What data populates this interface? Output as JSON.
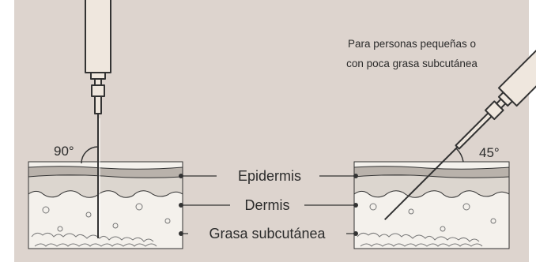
{
  "diagram": {
    "note_line1": "Para personas pequeñas o",
    "note_line2": "con poca grasa subcutánea",
    "angle_left": "90°",
    "angle_right": "45°",
    "layers": {
      "epidermis": "Epidermis",
      "dermis": "Dermis",
      "fat": "Grasa subcutánea"
    },
    "colors": {
      "background": "#ddd4ce",
      "epidermis": "#b9b2ab",
      "dermis": "#dcd6cf",
      "fat": "#f4f1ec",
      "syringe_fill": "#efe7de",
      "outline": "#333333"
    }
  }
}
